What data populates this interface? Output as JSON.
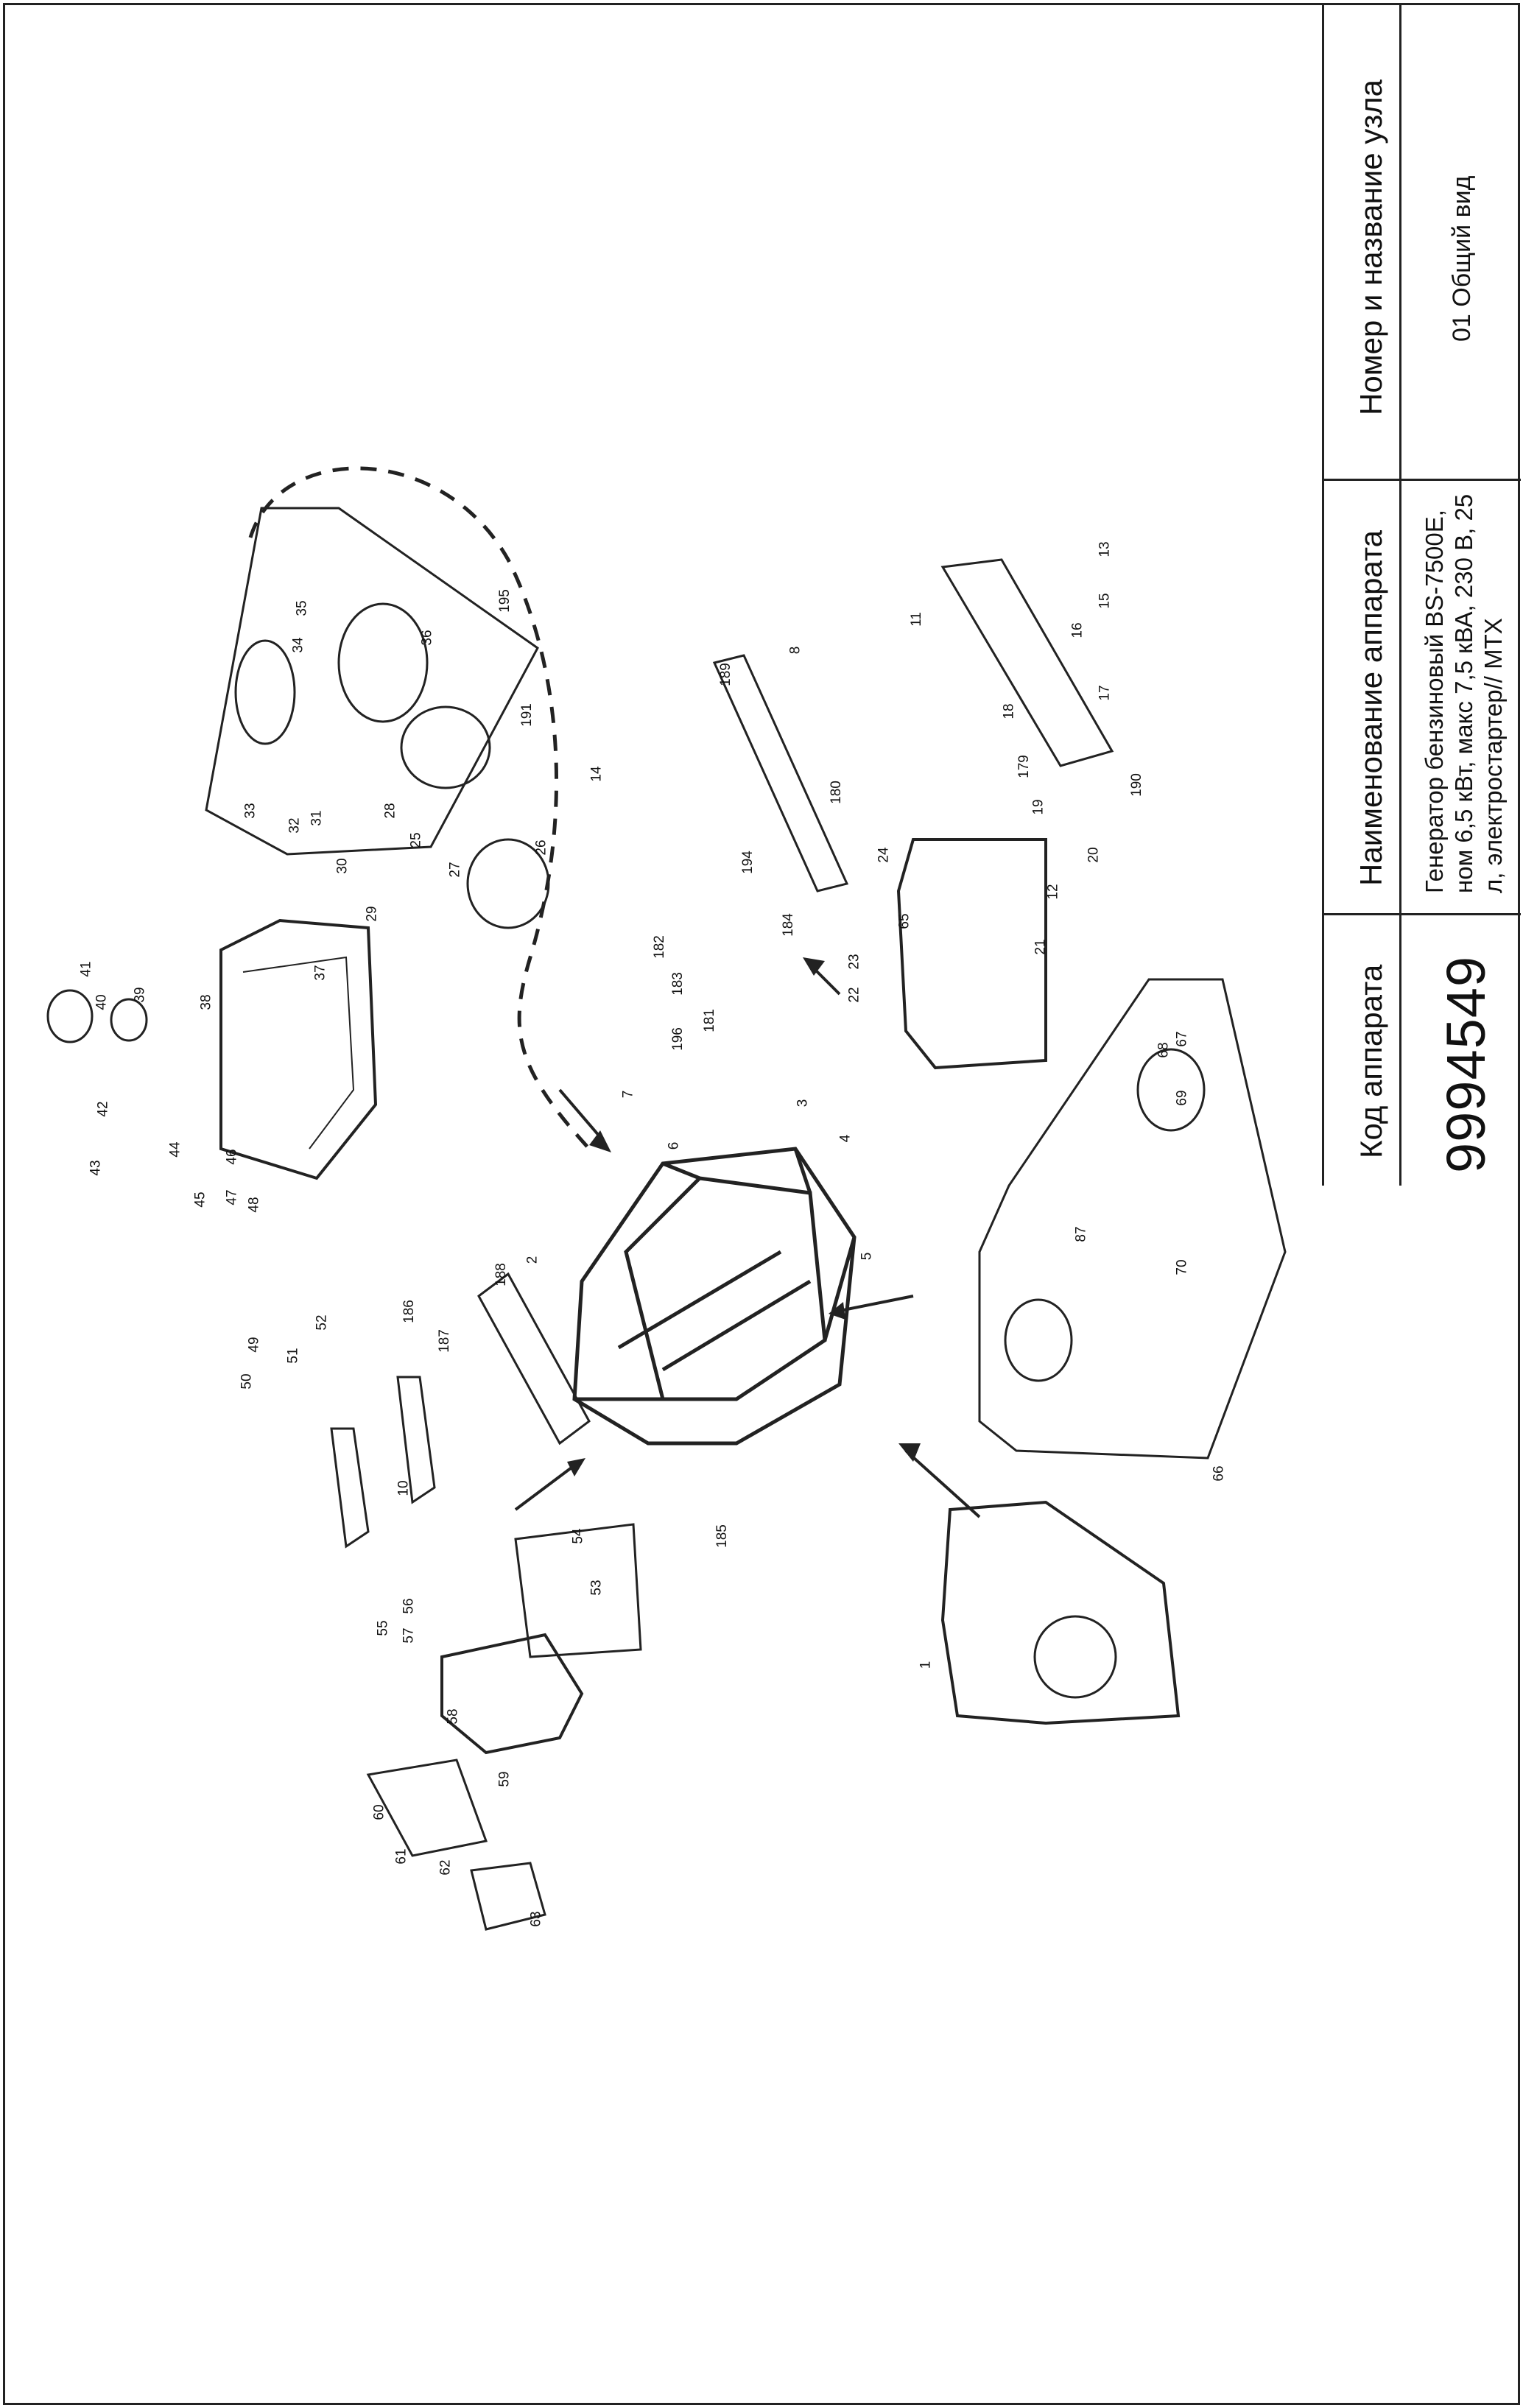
{
  "title_block": {
    "code_header": "Код аппарата",
    "code_value": "9994549",
    "name_header": "Наименование аппарата",
    "name_value": "Генератор бензиновый BS-7500E, ном 6,5 кВт, макс 7,5 кВА, 230 В, 25 л, электростартер// MTX",
    "unit_header": "Номер и название узла",
    "unit_value": "01 Общий вид"
  },
  "part_labels": [
    "1",
    "2",
    "3",
    "4",
    "5",
    "6",
    "7",
    "8",
    "10",
    "11",
    "12",
    "13",
    "14",
    "15",
    "16",
    "17",
    "18",
    "19",
    "20",
    "21",
    "22",
    "23",
    "24",
    "25",
    "26",
    "27",
    "28",
    "29",
    "30",
    "31",
    "32",
    "33",
    "34",
    "35",
    "36",
    "37",
    "38",
    "39",
    "40",
    "41",
    "42",
    "43",
    "44",
    "45",
    "46",
    "47",
    "48",
    "49",
    "50",
    "51",
    "52",
    "53",
    "54",
    "55",
    "56",
    "57",
    "58",
    "59",
    "60",
    "61",
    "62",
    "63",
    "65",
    "66",
    "67",
    "68",
    "69",
    "70",
    "87",
    "179",
    "180",
    "181",
    "182",
    "183",
    "184",
    "185",
    "186",
    "187",
    "188",
    "189",
    "190",
    "191",
    "194",
    "195",
    "196"
  ]
}
